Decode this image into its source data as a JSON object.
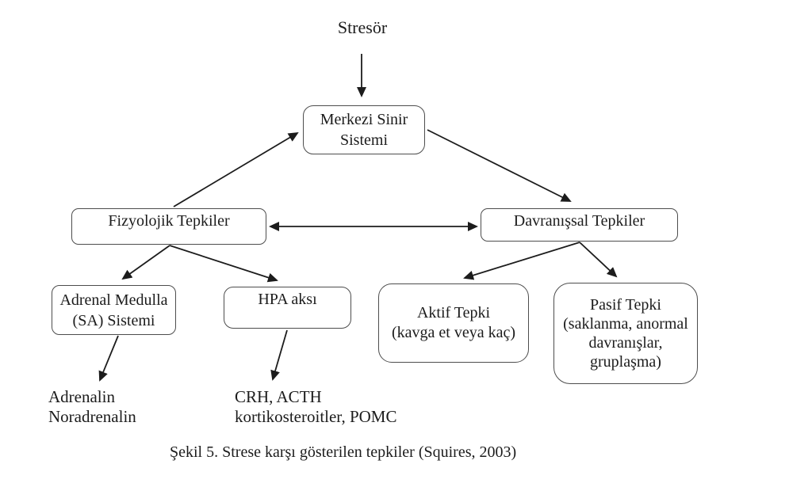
{
  "diagram": {
    "stressor": "Stresör",
    "nodes": {
      "mss": {
        "line1": "Merkezi Sinir",
        "line2": "Sistemi"
      },
      "fizyolojik": {
        "label": "Fizyolojik Tepkiler"
      },
      "davranissal": {
        "label": "Davranışsal Tepkiler"
      },
      "adrenal": {
        "line1": "Adrenal Medulla",
        "line2": "(SA) Sistemi"
      },
      "hpa": {
        "label": "HPA aksı"
      },
      "aktif": {
        "line1": "Aktif Tepki",
        "line2": "(kavga et veya kaç)"
      },
      "pasif": {
        "line1": "Pasif Tepki",
        "line2": "(saklanma, anormal",
        "line3": "davranışlar,",
        "line4": "gruplaşma)"
      }
    },
    "outputs": {
      "adrenal": {
        "line1": "Adrenalin",
        "line2": "Noradrenalin"
      },
      "hpa": {
        "line1": "CRH, ACTH",
        "line2": "kortikosteroitler, POMC"
      }
    },
    "edges": [
      {
        "from": "Stresör",
        "to": "Merkezi Sinir Sistemi",
        "bidirectional": false
      },
      {
        "from": "Fizyolojik Tepkiler",
        "to": "Merkezi Sinir Sistemi",
        "bidirectional": false
      },
      {
        "from": "Merkezi Sinir Sistemi",
        "to": "Davranışsal Tepkiler",
        "bidirectional": false
      },
      {
        "from": "Fizyolojik Tepkiler",
        "to": "Davranışsal Tepkiler",
        "bidirectional": true
      },
      {
        "from": "Fizyolojik Tepkiler",
        "to": "Adrenal Medulla (SA) Sistemi",
        "bidirectional": false
      },
      {
        "from": "Fizyolojik Tepkiler",
        "to": "HPA aksı",
        "bidirectional": false
      },
      {
        "from": "Davranışsal Tepkiler",
        "to": "Aktif Tepki",
        "bidirectional": false
      },
      {
        "from": "Davranışsal Tepkiler",
        "to": "Pasif Tepki",
        "bidirectional": false
      },
      {
        "from": "Adrenal Medulla (SA) Sistemi",
        "to": "Adrenalin Noradrenalin",
        "bidirectional": false
      },
      {
        "from": "HPA aksı",
        "to": "CRH, ACTH kortikosteroitler, POMC",
        "bidirectional": false
      }
    ],
    "caption": "Şekil 5. Strese karşı gösterilen tepkiler (Squires, 2003)",
    "colors": {
      "background": "#ffffff",
      "box_border": "#4d4d4d",
      "text": "#1c1c1c",
      "arrow": "#1c1c1c"
    }
  }
}
